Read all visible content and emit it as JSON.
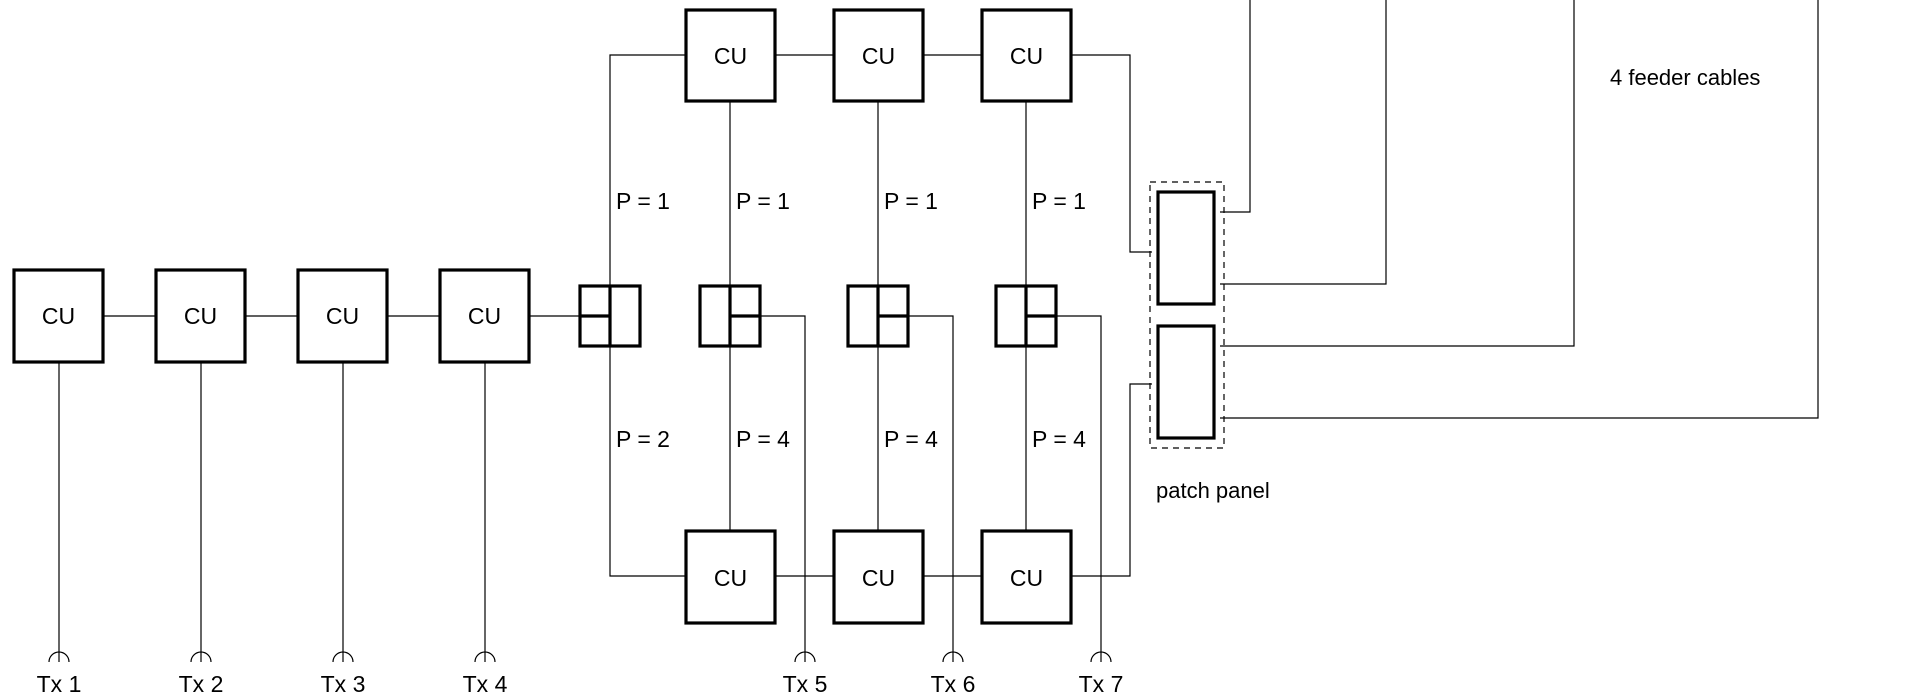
{
  "diagram": {
    "cu_label": "CU",
    "transmitters": [
      "Tx 1",
      "Tx 2",
      "Tx 3",
      "Tx 4",
      "Tx 5",
      "Tx 6",
      "Tx 7"
    ],
    "path_labels_top": [
      "P = 1",
      "P = 1",
      "P = 1",
      "P = 1"
    ],
    "path_labels_bottom": [
      "P = 2",
      "P = 4",
      "P = 4",
      "P = 4"
    ],
    "patch_panel_label": "patch panel",
    "feeder_label": "4 feeder cables"
  }
}
